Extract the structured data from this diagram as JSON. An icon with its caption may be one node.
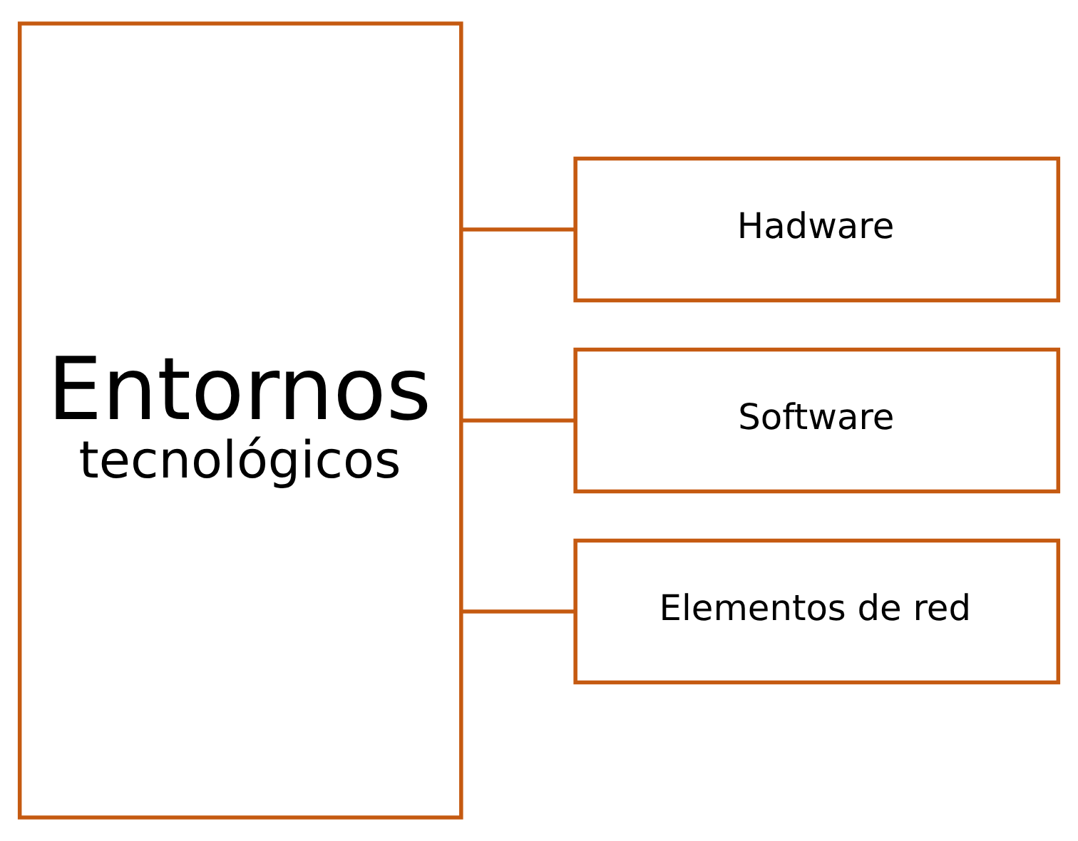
{
  "diagram": {
    "nodes": [
      {
        "text": [
          "Entornos",
          "tecnológicos"
        ]
      },
      {
        "text": [
          "Hadware"
        ]
      },
      {
        "text": [
          "Software"
        ]
      },
      {
        "text": [
          "Elementos de red"
        ]
      }
    ],
    "edges": [
      {
        "from": 0,
        "to": 1,
        "arrow": "none"
      },
      {
        "from": 0,
        "to": 2,
        "arrow": "none"
      },
      {
        "from": 0,
        "to": 3,
        "arrow": "none"
      }
    ]
  }
}
